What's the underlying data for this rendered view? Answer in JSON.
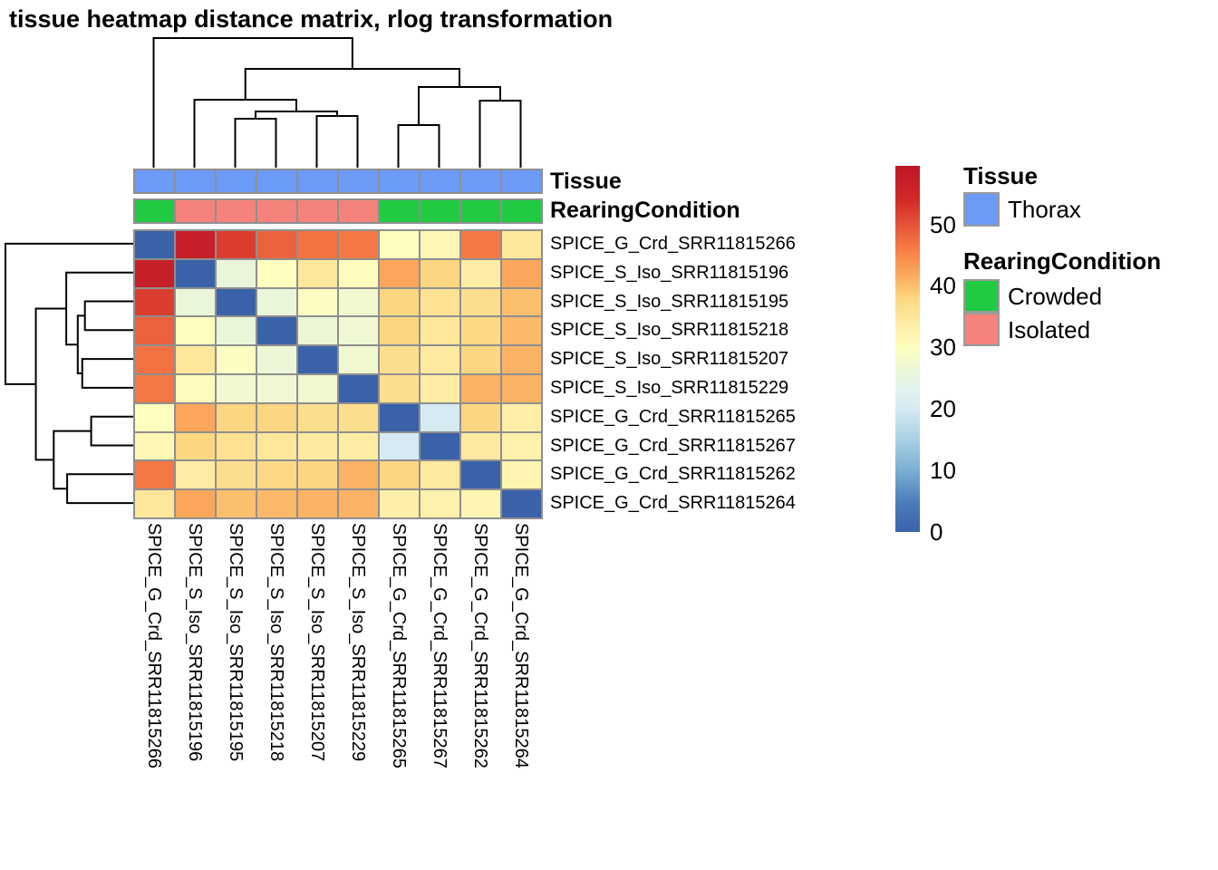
{
  "title": "tissue heatmap distance matrix, rlog transformation",
  "annotation_rows": {
    "tissue_label": "Tissue",
    "rearing_label": "RearingCondition"
  },
  "legend": {
    "tissue_title": "Tissue",
    "tissue_items": [
      {
        "label": "Thorax",
        "color": "#6B9AF7"
      }
    ],
    "rearing_title": "RearingCondition",
    "rearing_items": [
      {
        "label": "Crowded",
        "color": "#21CB41"
      },
      {
        "label": "Isolated",
        "color": "#F5837B"
      }
    ]
  },
  "chart_data": {
    "type": "heatmap",
    "title": "tissue heatmap distance matrix, rlog transformation",
    "samples": [
      "SPICE_G_Crd_SRR11815266",
      "SPICE_S_Iso_SRR11815196",
      "SPICE_S_Iso_SRR11815195",
      "SPICE_S_Iso_SRR11815218",
      "SPICE_S_Iso_SRR11815207",
      "SPICE_S_Iso_SRR11815229",
      "SPICE_G_Crd_SRR11815265",
      "SPICE_G_Crd_SRR11815267",
      "SPICE_G_Crd_SRR11815262",
      "SPICE_G_Crd_SRR11815264"
    ],
    "rows_equal_columns": true,
    "matrix": [
      [
        0,
        57,
        52,
        48.5,
        47,
        46.5,
        30,
        31.5,
        46.5,
        35
      ],
      [
        57,
        0,
        26,
        30,
        35,
        30.5,
        42,
        38,
        34,
        42
      ],
      [
        52,
        26,
        0,
        26,
        29.5,
        27.5,
        38,
        36,
        36.5,
        40
      ],
      [
        48.5,
        30,
        26,
        0,
        26.5,
        27,
        38,
        35,
        37.5,
        40.5
      ],
      [
        47,
        35,
        29.5,
        26.5,
        0,
        27.5,
        36.5,
        34.5,
        38,
        41
      ],
      [
        46.5,
        30.5,
        27.5,
        27,
        27.5,
        0,
        36.5,
        34,
        41,
        41
      ],
      [
        30,
        42,
        38,
        38,
        36.5,
        36.5,
        0,
        20,
        38,
        33.5
      ],
      [
        31.5,
        38,
        36,
        35,
        34.5,
        34,
        20,
        0,
        34.5,
        33
      ],
      [
        46.5,
        34,
        36.5,
        37.5,
        38,
        41,
        38,
        34.5,
        0,
        32
      ],
      [
        35,
        42,
        40,
        40.5,
        41,
        41,
        33.5,
        33,
        32,
        0
      ]
    ],
    "value_range": [
      0,
      59.5
    ],
    "colorbar_ticks": [
      0,
      10,
      20,
      30,
      40,
      50
    ],
    "colormap_stops": [
      [
        0,
        "#3A62A9"
      ],
      [
        5,
        "#4D7DBC"
      ],
      [
        10,
        "#7CAFD3"
      ],
      [
        15,
        "#A8D0E4"
      ],
      [
        20,
        "#D5EAF2"
      ],
      [
        23,
        "#E1F2F2"
      ],
      [
        26,
        "#EAF6DA"
      ],
      [
        30,
        "#FEFEBF"
      ],
      [
        34,
        "#FEECA4"
      ],
      [
        38,
        "#FDD681"
      ],
      [
        42,
        "#FAA75B"
      ],
      [
        46,
        "#F67D46"
      ],
      [
        50,
        "#E55237"
      ],
      [
        54,
        "#D02A28"
      ],
      [
        59.5,
        "#BC1726"
      ]
    ],
    "column_annotations": {
      "Tissue": [
        "Thorax",
        "Thorax",
        "Thorax",
        "Thorax",
        "Thorax",
        "Thorax",
        "Thorax",
        "Thorax",
        "Thorax",
        "Thorax"
      ],
      "RearingCondition": [
        "Crowded",
        "Isolated",
        "Isolated",
        "Isolated",
        "Isolated",
        "Isolated",
        "Crowded",
        "Crowded",
        "Crowded",
        "Crowded"
      ]
    },
    "annotation_colors": {
      "Thorax": "#6B9AF7",
      "Crowded": "#21CB41",
      "Isolated": "#F5837B"
    },
    "dendrogram": {
      "note": "same topology for rows and columns; heights normalized 0-1; integer children are leaf indices",
      "merges": [
        {
          "id": "A",
          "children": [
            2,
            3
          ],
          "height": 0.378
        },
        {
          "id": "B",
          "children": [
            4,
            5
          ],
          "height": 0.399
        },
        {
          "id": "C",
          "children": [
            "A",
            "B"
          ],
          "height": 0.434
        },
        {
          "id": "D",
          "children": [
            1,
            "C"
          ],
          "height": 0.524
        },
        {
          "id": "E",
          "children": [
            6,
            7
          ],
          "height": 0.329
        },
        {
          "id": "F",
          "children": [
            8,
            9
          ],
          "height": 0.517
        },
        {
          "id": "G",
          "children": [
            "E",
            "F"
          ],
          "height": 0.622
        },
        {
          "id": "H",
          "children": [
            "D",
            "G"
          ],
          "height": 0.762
        },
        {
          "id": "R",
          "children": [
            0,
            "H"
          ],
          "height": 1.0
        }
      ]
    }
  }
}
